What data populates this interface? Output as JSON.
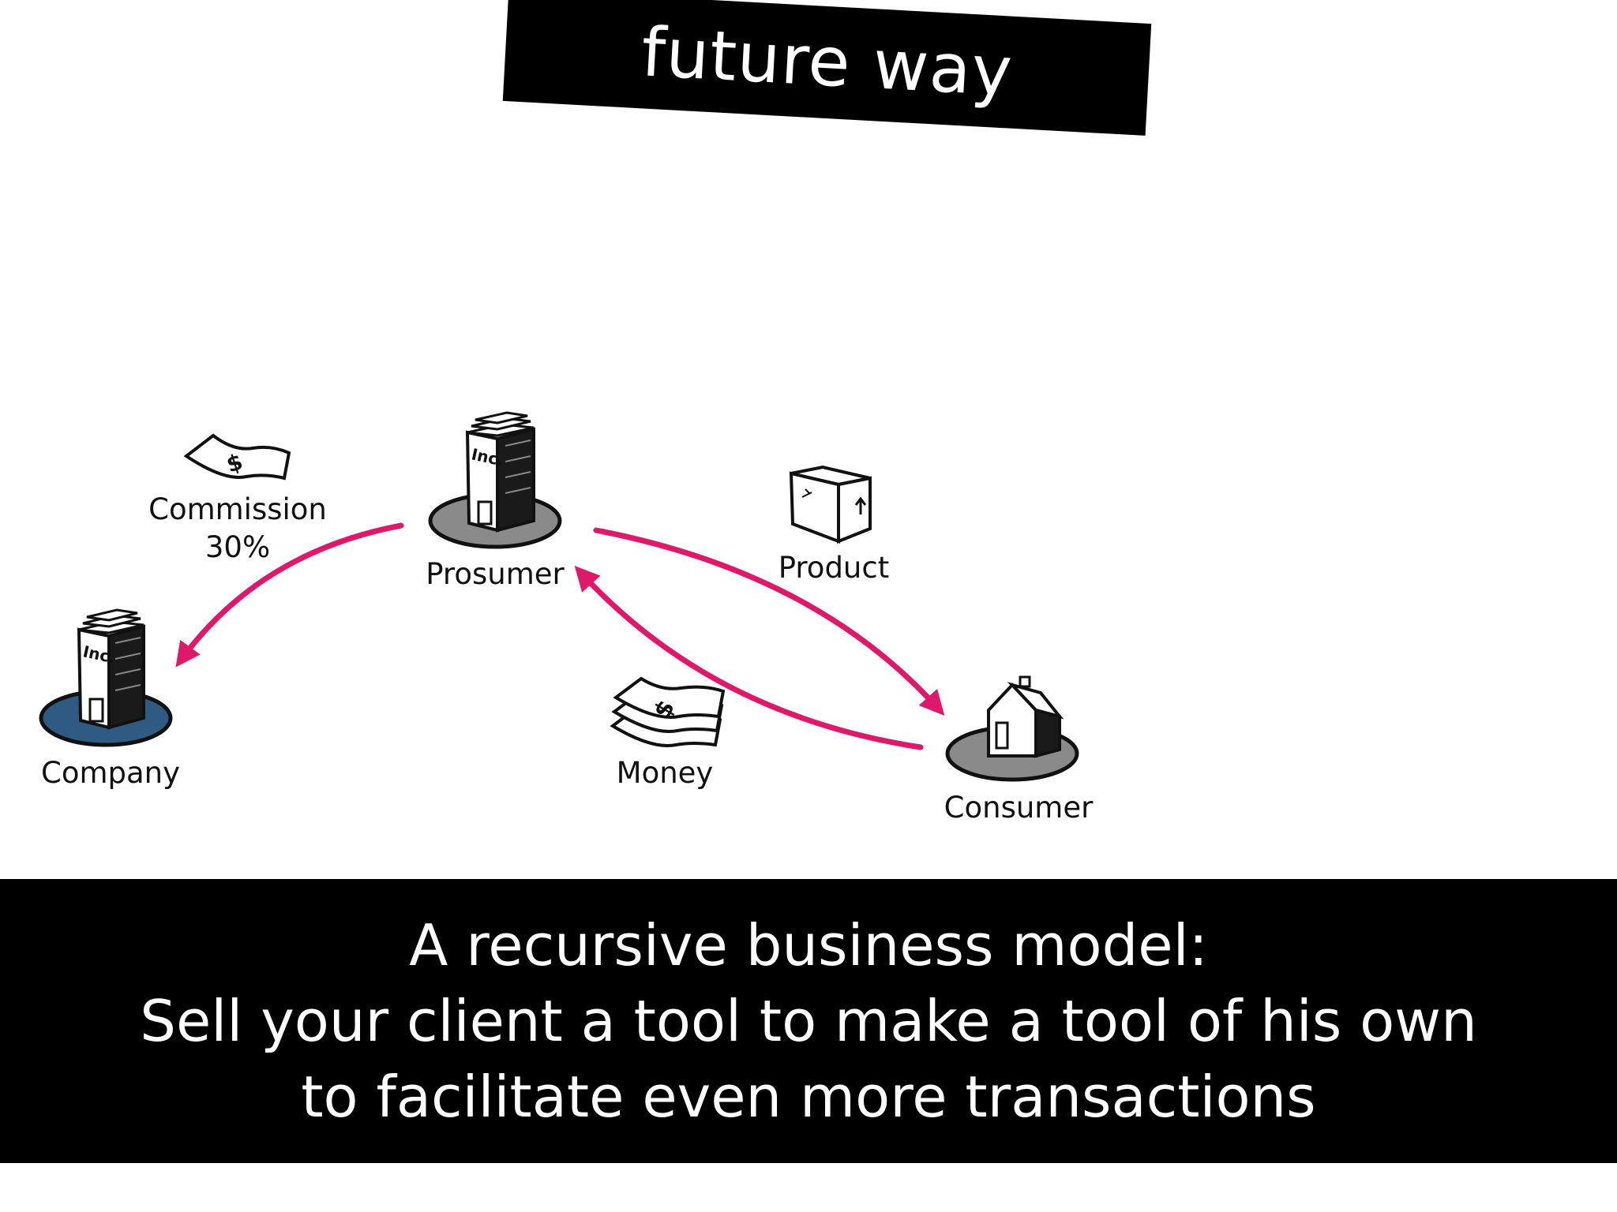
{
  "title": "future way",
  "nodes": {
    "prosumer": "Prosumer",
    "company": "Company",
    "consumer": "Consumer"
  },
  "flows": {
    "commission_line1": "Commission",
    "commission_line2": "30%",
    "product": "Product",
    "money": "Money"
  },
  "building_sign": "Inc.",
  "money_sign": "$",
  "caption": {
    "line1": "A recursive business model:",
    "line2": "Sell your client a tool to make a tool of his own",
    "line3": "to facilitate even more transactions"
  },
  "colors": {
    "arrow": "#e0186a",
    "company_base": "#2f5a82",
    "node_base": "#8a8a8a"
  }
}
